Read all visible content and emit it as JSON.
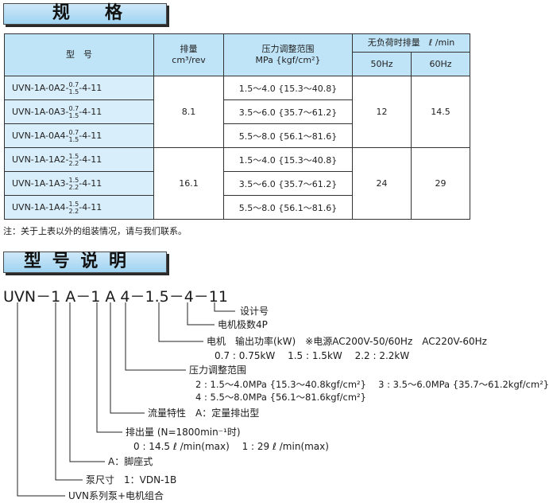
{
  "spec_section": {
    "title": "规　　格",
    "headers": {
      "model": "型　号",
      "displacement": "排量",
      "displacement_unit": "cm³/rev",
      "pressure": "压力调整范围",
      "pressure_unit": "MPa {kgf/cm²}",
      "no_load_flow": "无负荷时排量　ℓ /min",
      "hz50": "50Hz",
      "hz60": "60Hz"
    },
    "rows": [
      {
        "prefix": "UVN-1A-0A2-",
        "sup": "0.7",
        "sub": "1.5",
        "suffix": "-4-11",
        "pressure": "1.5～4.0 {15.3～40.8}"
      },
      {
        "prefix": "UVN-1A-0A3-",
        "sup": "0.7",
        "sub": "1.5",
        "suffix": "-4-11",
        "pressure": "3.5～6.0 {35.7～61.2}"
      },
      {
        "prefix": "UVN-1A-0A4-",
        "sup": "0.7",
        "sub": "1.5",
        "suffix": "-4-11",
        "pressure": "5.5～8.0 {56.1～81.6}"
      },
      {
        "prefix": "UVN-1A-1A2-",
        "sup": "1.5",
        "sub": "2.2",
        "suffix": "-4-11",
        "pressure": "1.5～4.0 {15.3～40.8}"
      },
      {
        "prefix": "UVN-1A-1A3-",
        "sup": "1.5",
        "sub": "2.2",
        "suffix": "-4-11",
        "pressure": "3.5～6.0 {35.7～61.2}"
      },
      {
        "prefix": "UVN-1A-1A4-",
        "sup": "1.5",
        "sub": "2.2",
        "suffix": "-4-11",
        "pressure": "5.5～8.0 {56.1～81.6}"
      }
    ],
    "groups": [
      {
        "displacement": "8.1",
        "flow50": "12",
        "flow60": "14.5"
      },
      {
        "displacement": "16.1",
        "flow50": "24",
        "flow60": "29"
      }
    ],
    "note": "注：关于上表以外的组装情况，请与我们联系。"
  },
  "model_section": {
    "title": "型 号 说 明",
    "code": "UVN－1 A－1 A 4－1.5－4－11",
    "labels": {
      "design": "设计号",
      "poles": "电机极数4P",
      "motor": "电机　输出功率(kW)　※电源AC200V-50/60Hz　AC220V-60Hz",
      "motor_opts": "0.7 : 0.75kW　 1.5 : 1.5kW　 2.2 : 2.2kW",
      "pressure": "压力调整范围",
      "pressure_opts1": "2 : 1.5～4.0MPa {15.3～40.8kgf/cm²}　 3 : 3.5～6.0MPa {35.7～61.2kgf/cm²}",
      "pressure_opts2": "4 : 5.5～8.0MPa {56.1～81.6kgf/cm²}",
      "flow_type": "流量特性　A：定量排出型",
      "displacement": "排出量 (N=1800min⁻¹时)",
      "displacement_opts": "0 : 14.5 ℓ /min(max)　 1 : 29 ℓ /min(max)",
      "mount": "A：脚座式",
      "pump_size": "泵尺寸　1：VDN-1B",
      "series": "UVN系列泵+电机组合"
    }
  }
}
